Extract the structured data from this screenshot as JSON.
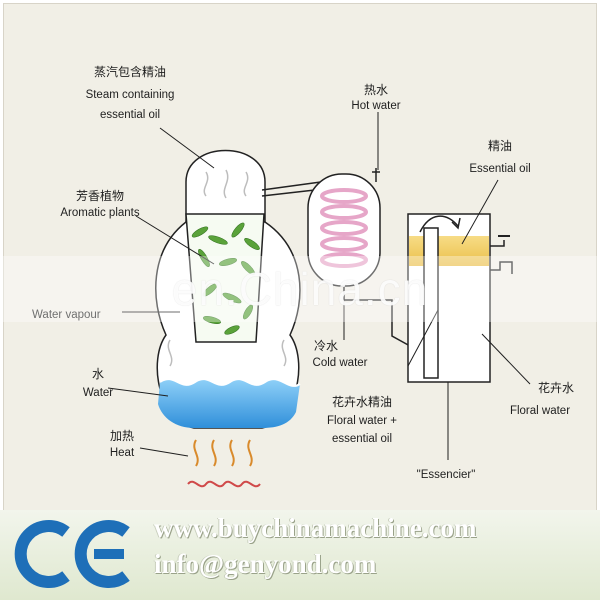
{
  "labels": {
    "steam_cn": "蒸汽包含精油",
    "steam_en1": "Steam containing",
    "steam_en2": "essential oil",
    "hot_cn": "热水",
    "hot_en": "Hot water",
    "oil_cn": "精油",
    "oil_en": "Essential oil",
    "plants_cn": "芳香植物",
    "plants_en": "Aromatic plants",
    "vapour_en": "Water vapour",
    "water_cn": "水",
    "water_en": "Water",
    "heat_cn": "加热",
    "heat_en": "Heat",
    "cold_cn": "冷水",
    "cold_en": "Cold water",
    "mix_cn": "花卉水精油",
    "mix_en1": "Floral water +",
    "mix_en2": "essential oil",
    "floral_cn": "花卉水",
    "floral_en": "Floral water",
    "essencier_en": "\"Essencier\""
  },
  "watermark": "en.China.cn",
  "footer": {
    "url": "www.buychinamachine.com",
    "email": "info@genyond.com",
    "logo": "CE"
  },
  "colors": {
    "water": "#4aa3e6",
    "coil": "#e6a6c8",
    "oil": "#f2cb63",
    "leaves": "#5aa23a",
    "heat": "#d98a2b",
    "ce_blue": "#1e6fb8"
  }
}
